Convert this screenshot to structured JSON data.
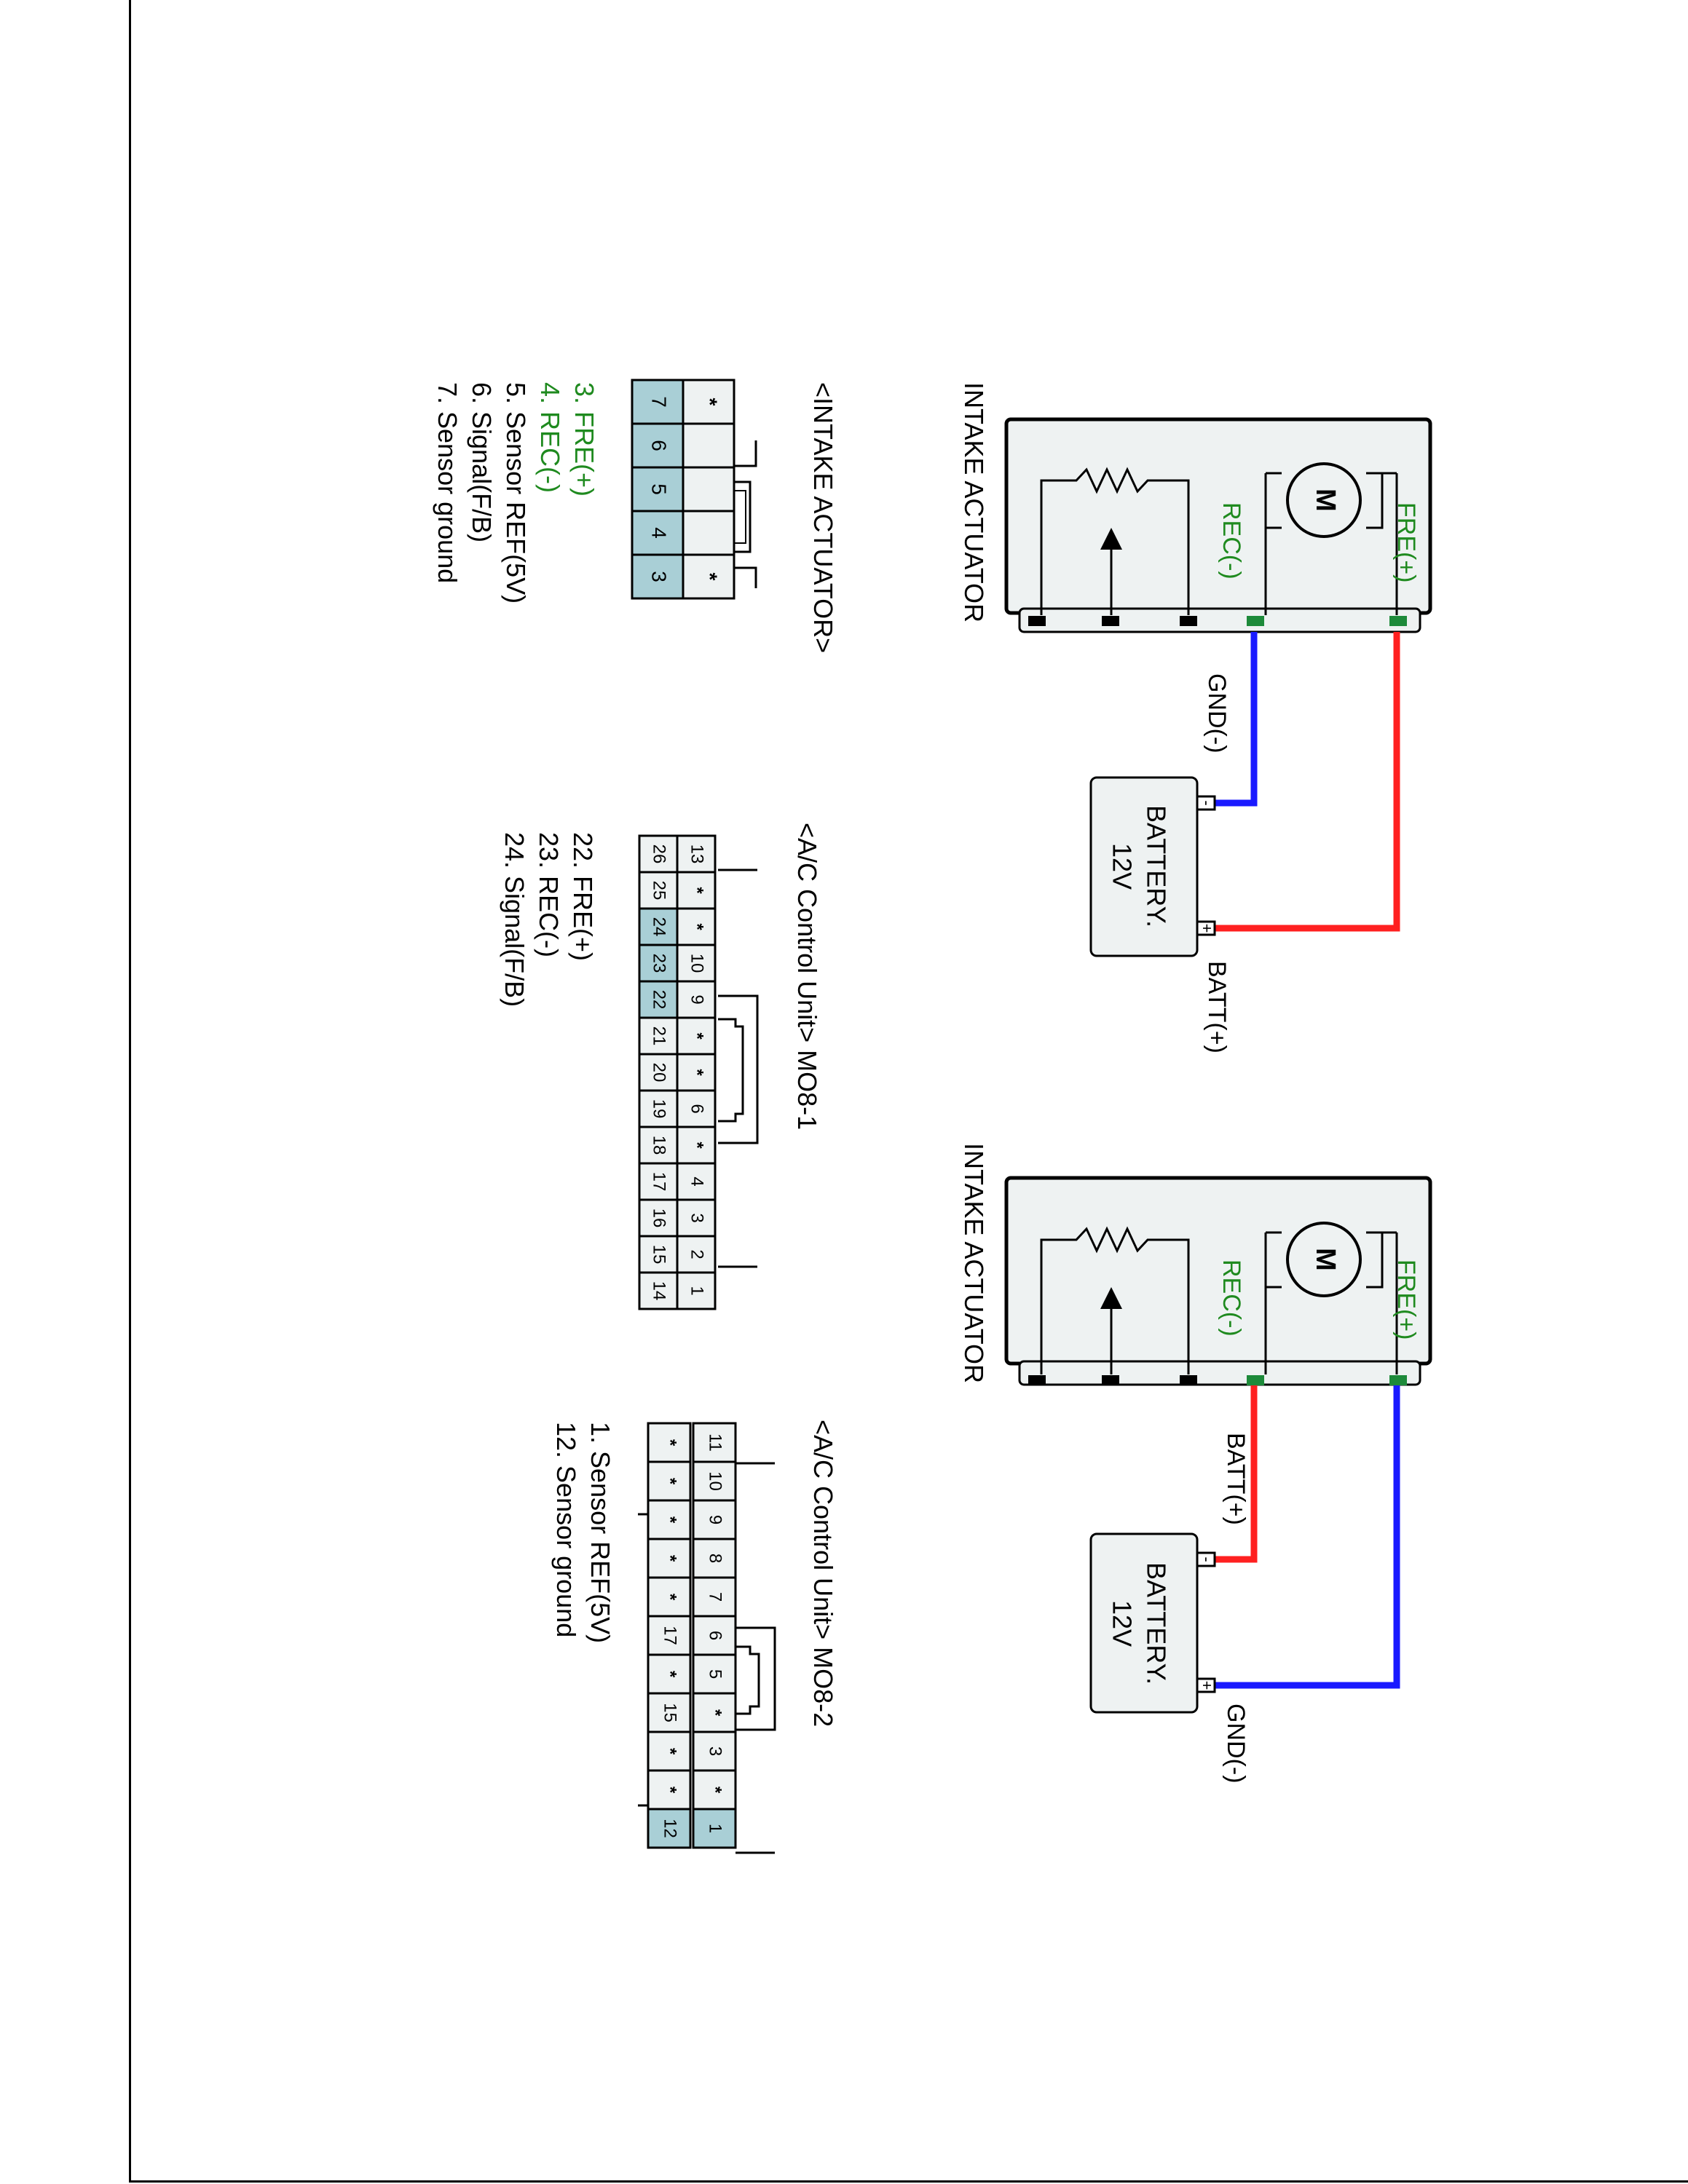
{
  "colors": {
    "red_wire": "#ff2020",
    "blue_wire": "#1a1aff",
    "green_text": "#1f8a1f",
    "box_fill": "#eef2f2",
    "pin_highlight": "#a9cfd6",
    "pin_green": "#1d8a3a"
  },
  "diagram": {
    "actuator_top": {
      "title": "INTAKE ACTUATOR",
      "motor_label": "M",
      "fre_label": "FRE(+)",
      "rec_label": "REC(-)"
    },
    "actuator_bottom": {
      "title": "INTAKE ACTUATOR",
      "motor_label": "M",
      "fre_label": "FRE(+)",
      "rec_label": "REC(-)"
    },
    "battery_top": {
      "label_line1": "BATTERY.",
      "label_line2": "12V",
      "minus": "-",
      "plus": "+",
      "gnd_label": "GND(-)",
      "batt_label": "BATT(+)"
    },
    "battery_bottom": {
      "label_line1": "BATTERY.",
      "label_line2": "12V",
      "minus": "-",
      "plus": "+",
      "gnd_label": "GND(-)",
      "batt_label": "BATT(+)"
    },
    "connector_actuator": {
      "title": "<INTAKE ACTUATOR>",
      "top_row": [
        "*",
        "",
        "",
        "",
        "*"
      ],
      "bottom_row": [
        "7",
        "6",
        "5",
        "4",
        "3"
      ],
      "legend": [
        {
          "text": "3. FRE(+)",
          "green": true
        },
        {
          "text": "4. REC(-)",
          "green": true
        },
        {
          "text": "5. Sensor REF(5V)",
          "green": false
        },
        {
          "text": "6. Signal(F/B)",
          "green": false
        },
        {
          "text": "7. Sensor ground",
          "green": false
        }
      ]
    },
    "connector_mo8_1": {
      "title": "<A/C Control Unit> MO8-1",
      "top_row": [
        "13",
        "*",
        "*",
        "10",
        "9",
        "*",
        "*",
        "6",
        "*",
        "4",
        "3",
        "2",
        "1"
      ],
      "bottom_row": [
        "26",
        "25",
        "24",
        "23",
        "22",
        "21",
        "20",
        "19",
        "18",
        "17",
        "16",
        "15",
        "14"
      ],
      "highlighted": [
        "24",
        "23",
        "22"
      ],
      "legend": [
        "22. FRE(+)",
        "23. REC(-)",
        "24. Signal(F/B)"
      ]
    },
    "connector_mo8_2": {
      "title": "<A/C Control Unit> MO8-2",
      "top_row": [
        "11",
        "10",
        "9",
        "8",
        "7",
        "6",
        "5",
        "*",
        "3",
        "*",
        "1"
      ],
      "bottom_row": [
        "*",
        "*",
        "*",
        "*",
        "*",
        "17",
        "*",
        "15",
        "*",
        "*",
        "12"
      ],
      "highlighted": [
        "1",
        "12"
      ],
      "legend": [
        "1. Sensor REF(5V)",
        "12. Sensor ground"
      ]
    }
  }
}
